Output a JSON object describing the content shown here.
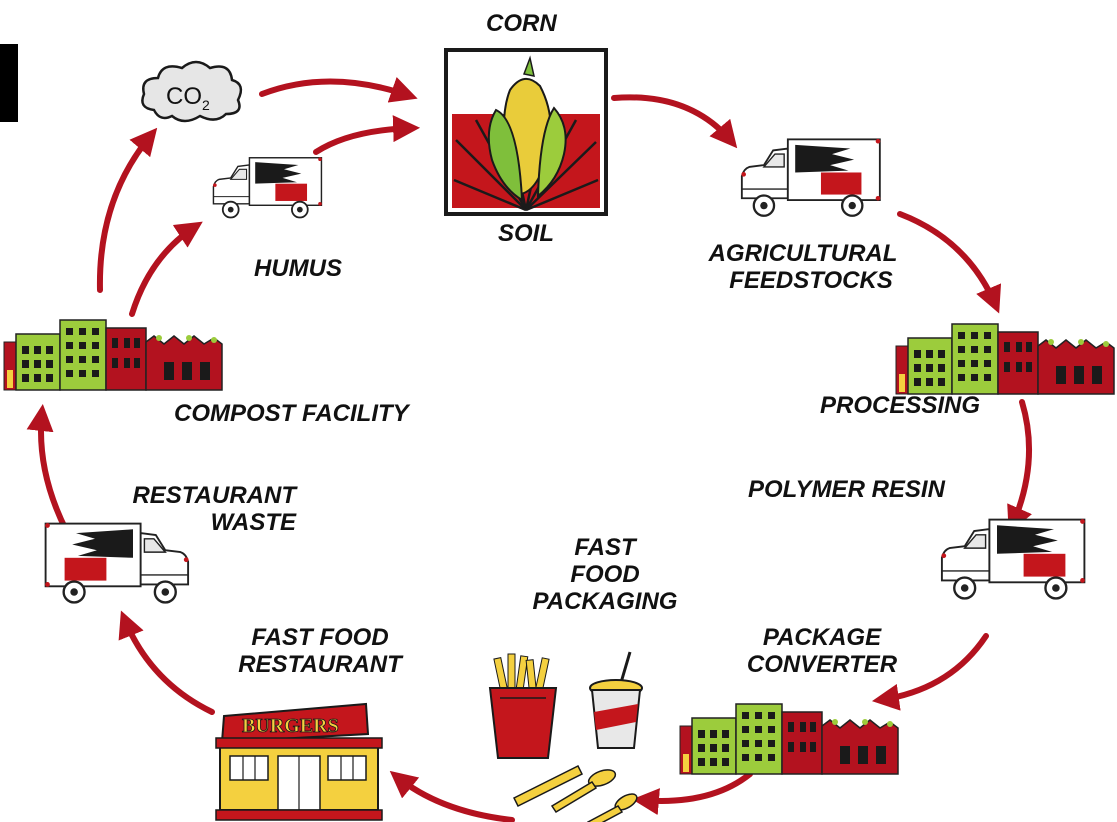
{
  "labels": {
    "corn": "CORN",
    "soil": "SOIL",
    "co2_main": "CO",
    "co2_sub": "2",
    "humus": "HUMUS",
    "agricultural_1": "AGRICULTURAL",
    "agricultural_2": "FEEDSTOCKS",
    "processing": "PROCESSING",
    "polymer_resin": "POLYMER RESIN",
    "package_converter_1": "PACKAGE",
    "package_converter_2": "CONVERTER",
    "fast_food_packaging_1": "FAST",
    "fast_food_packaging_2": "FOOD",
    "fast_food_packaging_3": "PACKAGING",
    "fast_food_restaurant_1": "FAST FOOD",
    "fast_food_restaurant_2": "RESTAURANT",
    "restaurant_waste_1": "RESTAURANT",
    "restaurant_waste_2": "WASTE",
    "compost_facility": "COMPOST FACILITY",
    "burgers_sign": "BURGERS"
  },
  "colors": {
    "arrow": "#b3121f",
    "truck_red": "#c4161c",
    "green": "#9ccc3c",
    "brick": "#b3121f",
    "text": "#111111"
  },
  "icons": [
    "corn-soil-icon",
    "truck-icon",
    "factory-icon",
    "co2-cloud-icon",
    "restaurant-icon",
    "fries-icon",
    "drink-cup-icon",
    "cutlery-icon"
  ]
}
